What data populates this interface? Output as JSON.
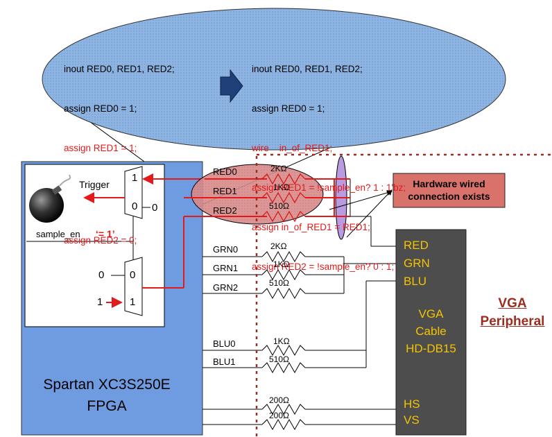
{
  "colors": {
    "code_bubble": "#8db4e2",
    "fpga_box": "#6f9be0",
    "vga_box": "#4d4d4d",
    "signal_red": "#e31a1c",
    "highlight_oval": "#d98b8b",
    "callout": "#d9726a",
    "vga_text": "#f5c400",
    "peripheral_text": "#9b2d20",
    "arrow": "#1f3f78",
    "cable_oval": "#b89be0"
  },
  "code_left": [
    {
      "text": "inout RED0, RED1, RED2;",
      "style": "black"
    },
    {
      "text": "assign RED0 = 1;",
      "style": "black"
    },
    {
      "text": "assign RED1 = 1;",
      "style": "red"
    },
    {
      "text": "assign RED2 = 0;",
      "style": "red"
    }
  ],
  "code_right": [
    {
      "text": "inout RED0, RED1, RED2;",
      "style": "black"
    },
    {
      "text": "assign RED0 = 1;",
      "style": "black"
    },
    {
      "text": "wire    in_of_RED1;",
      "style": "red"
    },
    {
      "text": "assign RED1 = !sample_en? 1 : 1'bz;",
      "style": "red"
    },
    {
      "text": "assign in_of_RED1 = RED1;",
      "style": "red"
    },
    {
      "text": "assign RED2 = !sample_en? 0 : 1;",
      "style": "red"
    }
  ],
  "labels": {
    "trigger": "Trigger",
    "mux1_in1": "1",
    "mux1_in0": "0",
    "mux1_out0": "0",
    "sample_en": "sample_en",
    "sample_en_val": "‘= 1’",
    "mux2_in0_outside": "0",
    "mux2_in0": "0",
    "mux2_in1_outside": "1",
    "mux2_in1": "1",
    "fpga_line1": "Spartan XC3S250E",
    "fpga_line2": "FPGA",
    "callout_line1": "Hardware wired",
    "callout_line2": "connection exists",
    "peripheral_line1": "VGA",
    "peripheral_line2": "Peripheral"
  },
  "pins": [
    "RED0",
    "RED1",
    "RED2",
    "GRN0",
    "GRN1",
    "GRN2",
    "BLU0",
    "BLU1"
  ],
  "resistors": [
    "2KΩ",
    "1KΩ",
    "510Ω",
    "2KΩ",
    "1KΩ",
    "510Ω",
    "1KΩ",
    "510Ω",
    "200Ω",
    "200Ω"
  ],
  "vga_box": {
    "ports": [
      "RED",
      "GRN",
      "BLU"
    ],
    "center": [
      "VGA",
      "Cable",
      "HD-DB15"
    ],
    "sync": [
      "HS",
      "VS"
    ]
  }
}
